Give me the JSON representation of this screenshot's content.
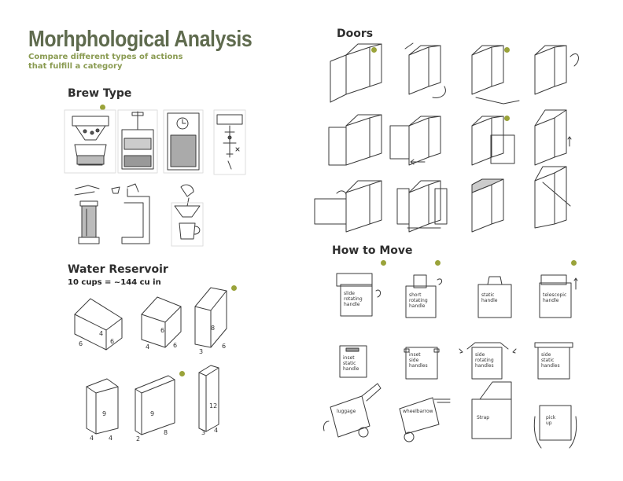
{
  "header": {
    "title": "Morhphological Analysis",
    "subtitle": "Compare different types of actions that fulfill a category"
  },
  "sections": {
    "brew_type": "Brew Type",
    "water_reservoir": "Water Reservoir",
    "water_reservoir_note": "10 cups = ~144 cu in",
    "doors": "Doors",
    "how_to_move": "How to Move"
  },
  "accent_color": "#9aa33a",
  "title_color": "#5f6b4e",
  "reservoir_sketches": [
    {
      "dims": [
        "6",
        "4",
        "6"
      ]
    },
    {
      "dims": [
        "4",
        "6",
        "6"
      ]
    },
    {
      "dims": [
        "3",
        "8",
        "6"
      ]
    },
    {
      "dims": [
        "4",
        "9",
        "4"
      ]
    },
    {
      "dims": [
        "2",
        "9",
        "8"
      ]
    },
    {
      "dims": [
        "3",
        "12",
        "4"
      ]
    }
  ],
  "move_sketches": [
    {
      "label": "slide rotating handle",
      "lines": [
        "slide",
        "rotating",
        "handle"
      ]
    },
    {
      "label": "short rotating handle",
      "lines": [
        "short",
        "rotating",
        "handle"
      ]
    },
    {
      "label": "static handle",
      "lines": [
        "static",
        "handle"
      ]
    },
    {
      "label": "telescopic handle",
      "lines": [
        "telescopic",
        "handle"
      ]
    },
    {
      "label": "inset static handle",
      "lines": [
        "inset",
        "static",
        "handle"
      ]
    },
    {
      "label": "inset side handles",
      "lines": [
        "inset",
        "side",
        "handles"
      ]
    },
    {
      "label": "side rotating handles",
      "lines": [
        "side",
        "rotating",
        "handles"
      ]
    },
    {
      "label": "side static handles",
      "lines": [
        "side",
        "static",
        "handles"
      ]
    },
    {
      "label": "luggage",
      "lines": [
        "luggage"
      ]
    },
    {
      "label": "wheelbarrow",
      "lines": [
        "wheelbarrow"
      ]
    },
    {
      "label": "strap",
      "lines": [
        "Strap"
      ]
    },
    {
      "label": "pick up",
      "lines": [
        "pick",
        "up"
      ]
    }
  ]
}
